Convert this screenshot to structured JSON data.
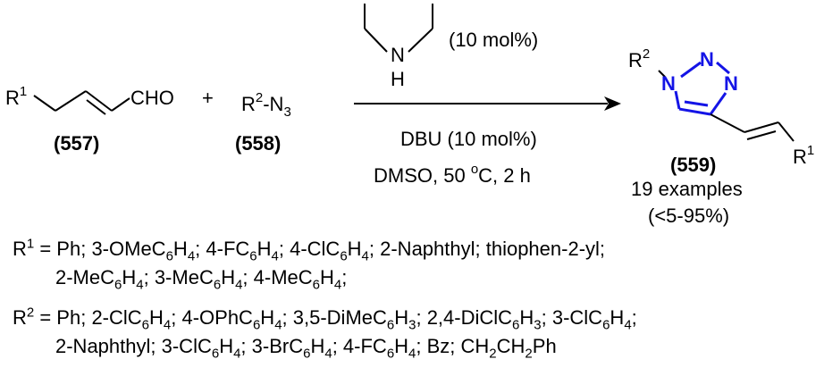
{
  "reactant_1": {
    "substituent": "R",
    "substituent_index": "1",
    "group": "CHO",
    "label": "(557)"
  },
  "plus": "+",
  "reactant_2": {
    "r": "R",
    "r_index": "2",
    "dash": "-N",
    "n_index": "3",
    "label": "(558)"
  },
  "conditions": {
    "catalyst_atom_n": "N",
    "catalyst_atom_h": "H",
    "catalyst_loading": "(10 mol%)",
    "base": "DBU (10 mol%)",
    "solvent_temp_prefix": "DMSO, 50 ",
    "degree": "o",
    "solvent_temp_suffix": "C, 2 h"
  },
  "product": {
    "r2": "R",
    "r2_index": "2",
    "n1": "N",
    "n2": "N",
    "n3": "N",
    "r1": "R",
    "r1_index": "1",
    "label": "(559)",
    "examples": "19 examples",
    "yield": "(<5-95%)"
  },
  "r1_definition": {
    "line1_html": "R<sup>1</sup> = Ph; 3-OMeC<sub>6</sub>H<sub>4</sub>; 4-FC<sub>6</sub>H<sub>4</sub>; 4-ClC<sub>6</sub>H<sub>4</sub>; 2-Naphthyl; thiophen-2-yl;",
    "line2_html": "2-MeC<sub>6</sub>H<sub>4</sub>; 3-MeC<sub>6</sub>H<sub>4</sub>; 4-MeC<sub>6</sub>H<sub>4</sub>;"
  },
  "r2_definition": {
    "line1_html": "R<sup>2</sup> = Ph; 2-ClC<sub>6</sub>H<sub>4</sub>; 4-OPhC<sub>6</sub>H<sub>4</sub>; 3,5-DiMeC<sub>6</sub>H<sub>3</sub>; 2,4-DiClC<sub>6</sub>H<sub>3</sub>; 3-ClC<sub>6</sub>H<sub>4</sub>;",
    "line2_html": "2-Naphthyl; 3-ClC<sub>6</sub>H<sub>4</sub>; 3-BrC<sub>6</sub>H<sub>4</sub>; 4-FC<sub>6</sub>H<sub>4</sub>; Bz; CH<sub>2</sub>CH<sub>2</sub>Ph"
  },
  "colors": {
    "triazole": "#1414e6",
    "ink": "#000000"
  }
}
